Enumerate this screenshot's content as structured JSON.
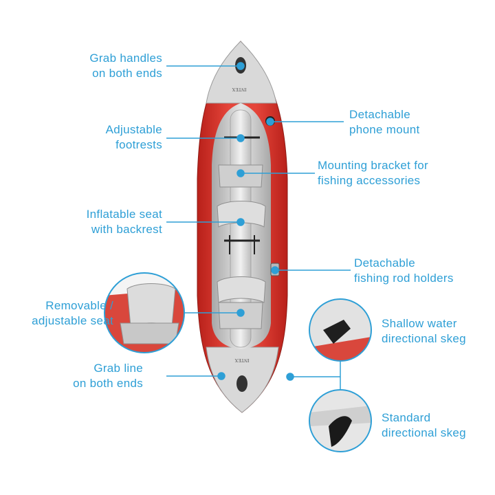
{
  "accent_color": "#2e9fd6",
  "callouts": {
    "grab_handles": [
      "Grab handles",
      "on both ends"
    ],
    "footrests": [
      "Adjustable",
      "footrests"
    ],
    "inflatable_seat": [
      "Inflatable seat",
      "with backrest"
    ],
    "removable_seat": [
      "Removable /",
      "adjustable seat"
    ],
    "grab_line": [
      "Grab line",
      "on both ends"
    ],
    "phone_mount": [
      "Detachable",
      "phone mount"
    ],
    "mounting_bracket": [
      "Mounting bracket for",
      "fishing accessories"
    ],
    "rod_holders": [
      "Detachable",
      "fishing rod holders"
    ],
    "shallow_skeg": [
      "Shallow water",
      "directional skeg"
    ],
    "standard_skeg": [
      "Standard",
      "directional skeg"
    ]
  },
  "brand_marks": {
    "bow": "INTEX",
    "stern": "INTEX"
  },
  "icons": {
    "kayak": "kayak-illustration",
    "seat_detail": "seat-detail-circle",
    "shallow_skeg_detail": "shallow-skeg-circle",
    "standard_skeg_detail": "standard-skeg-circle"
  }
}
